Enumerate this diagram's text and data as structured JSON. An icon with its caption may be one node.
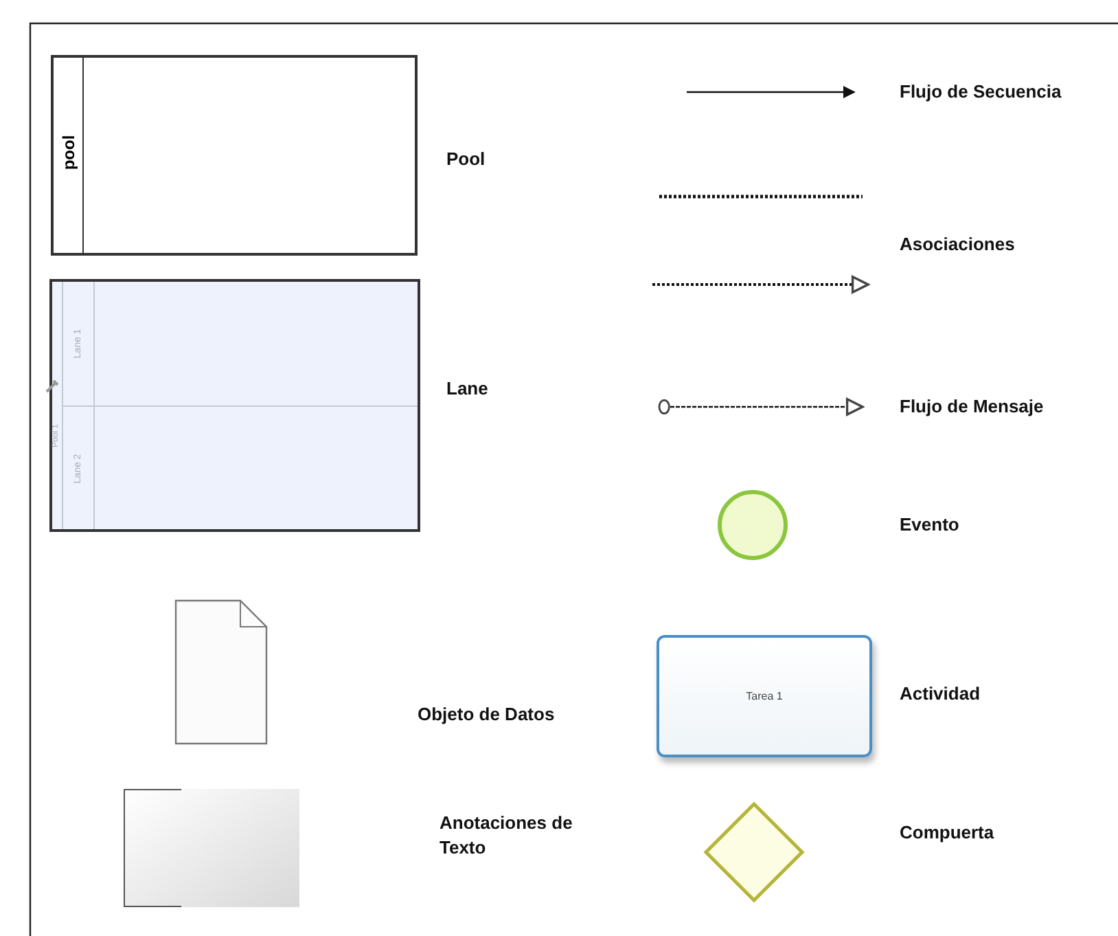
{
  "diagram": {
    "nodes": [
      {
        "text": [
          "pool"
        ]
      },
      {
        "text": [
          "Pool 1"
        ]
      },
      {
        "text": [
          "Lane 1"
        ],
        "in": 1
      },
      {
        "text": [
          "Lane 2"
        ],
        "in": 1
      },
      {
        "text": [],
        "shape": "document"
      },
      {
        "text": [],
        "shape": "box"
      },
      {
        "text": [],
        "shape": "circle"
      },
      {
        "text": [
          "Tarea 1"
        ]
      },
      {
        "text": [],
        "shape": "diamond"
      }
    ],
    "labels": [
      "Pool",
      "Lane",
      "Evento",
      "Objeto de Datos",
      "Actividad",
      "Anotaciones de Texto",
      "Compuerta"
    ],
    "legend": [
      {
        "text": "Flujo de Secuencia"
      },
      {
        "text": "Asociaciones"
      },
      {
        "text": "Flujo de Mensaje"
      }
    ]
  }
}
